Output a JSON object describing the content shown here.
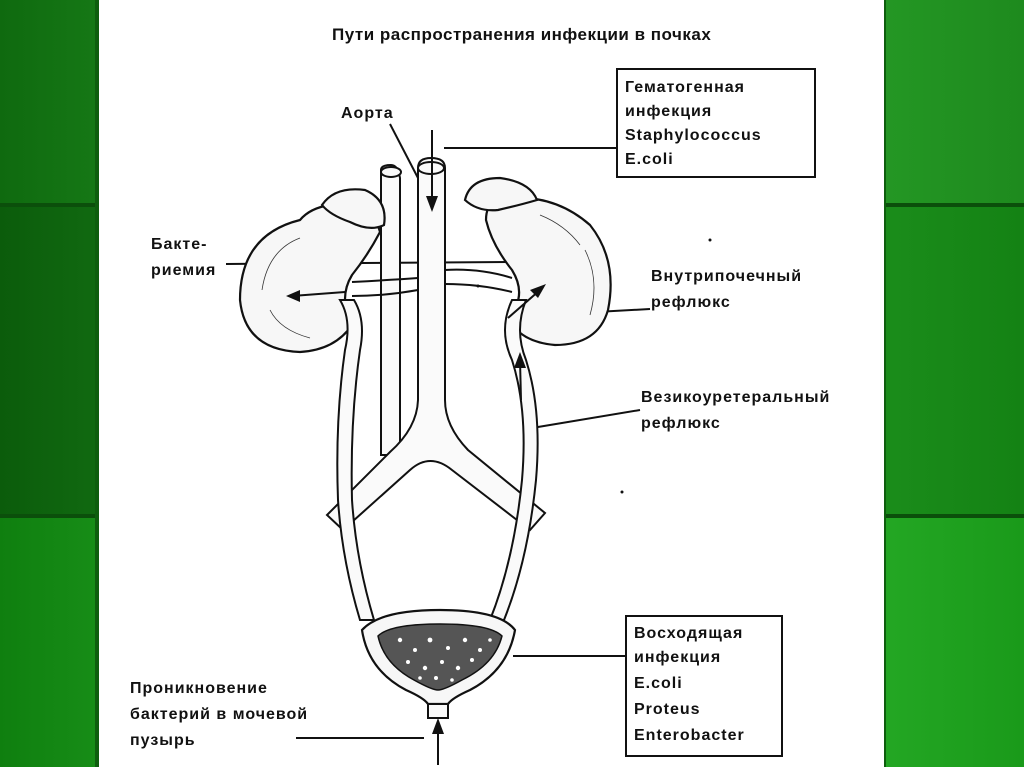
{
  "title": "Пути распространения инфекции в почках",
  "labels": {
    "aorta": "Аорта",
    "bacteremia_1": "Бакте-",
    "bacteremia_2": "риемия",
    "intrarenal_1": "Внутрипочечный",
    "intrarenal_2": "рефлюкс",
    "vesicoureteral_1": "Везикоуретеральный",
    "vesicoureteral_2": "рефлюкс",
    "penetration_1": "Проникновение",
    "penetration_2": "бактерий в мочевой",
    "penetration_3": "пузырь"
  },
  "hematogenous_box": {
    "lines": [
      "Гематогенная",
      "инфекция",
      "Staphylococcus",
      "E.coli"
    ]
  },
  "ascending_box": {
    "lines": [
      "Восходящая",
      "инфекция",
      "E.coli",
      "Proteus",
      "Enterobacter"
    ]
  },
  "colors": {
    "background_green": "#2aa52a",
    "panel": "#ffffff",
    "ink": "#111111"
  }
}
